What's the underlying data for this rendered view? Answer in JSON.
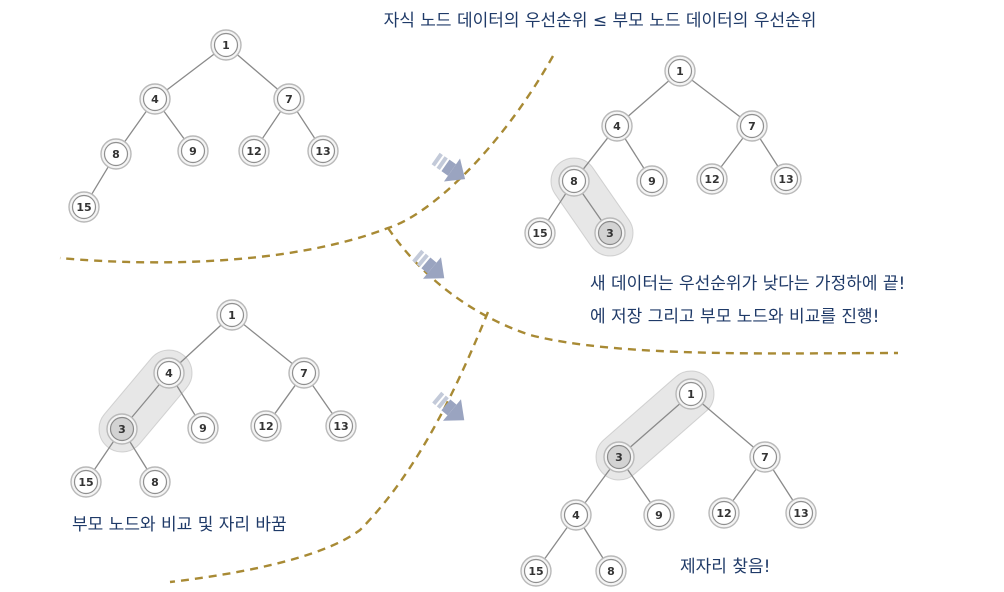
{
  "captions": {
    "rule": "자식 노드 데이터의 우선순위 ≤ 부모 노드 데이터의 우선순위",
    "step1_line1": "새 데이터는 우선순위가 낮다는 가정하에 끝!",
    "step1_line2": "에 저장 그리고 부모 노드와 비교를 진행!",
    "step2": "부모 노드와 비교 및 자리 바꿈",
    "step3": "제자리 찾음!"
  },
  "colors": {
    "caption_text": "#1f3a68",
    "divider": "#a88a34",
    "arrow": "#9aa4c0",
    "highlight_node": "#d3d3d3",
    "node_fill": "#ffffff"
  },
  "trees": [
    {
      "name": "initial-heap",
      "nodes": [
        {
          "id": "a",
          "value": "1"
        },
        {
          "id": "b",
          "value": "4"
        },
        {
          "id": "c",
          "value": "7"
        },
        {
          "id": "d",
          "value": "8"
        },
        {
          "id": "e",
          "value": "9"
        },
        {
          "id": "f",
          "value": "12"
        },
        {
          "id": "g",
          "value": "13"
        },
        {
          "id": "h",
          "value": "15"
        }
      ]
    },
    {
      "name": "insert-at-end",
      "nodes": [
        {
          "id": "a",
          "value": "1"
        },
        {
          "id": "b",
          "value": "4"
        },
        {
          "id": "c",
          "value": "7"
        },
        {
          "id": "d",
          "value": "8"
        },
        {
          "id": "e",
          "value": "9"
        },
        {
          "id": "f",
          "value": "12"
        },
        {
          "id": "g",
          "value": "13"
        },
        {
          "id": "h",
          "value": "15"
        },
        {
          "id": "i",
          "value": "3",
          "highlight": true
        }
      ]
    },
    {
      "name": "first-swap",
      "nodes": [
        {
          "id": "a",
          "value": "1"
        },
        {
          "id": "b",
          "value": "4"
        },
        {
          "id": "c",
          "value": "7"
        },
        {
          "id": "d",
          "value": "3",
          "highlight": true
        },
        {
          "id": "e",
          "value": "9"
        },
        {
          "id": "f",
          "value": "12"
        },
        {
          "id": "g",
          "value": "13"
        },
        {
          "id": "h",
          "value": "15"
        },
        {
          "id": "i",
          "value": "8"
        }
      ]
    },
    {
      "name": "final-position",
      "nodes": [
        {
          "id": "a",
          "value": "1"
        },
        {
          "id": "b",
          "value": "3",
          "highlight": true
        },
        {
          "id": "c",
          "value": "7"
        },
        {
          "id": "d",
          "value": "4"
        },
        {
          "id": "e",
          "value": "9"
        },
        {
          "id": "f",
          "value": "12"
        },
        {
          "id": "g",
          "value": "13"
        },
        {
          "id": "h",
          "value": "15"
        },
        {
          "id": "i",
          "value": "8"
        }
      ]
    }
  ]
}
